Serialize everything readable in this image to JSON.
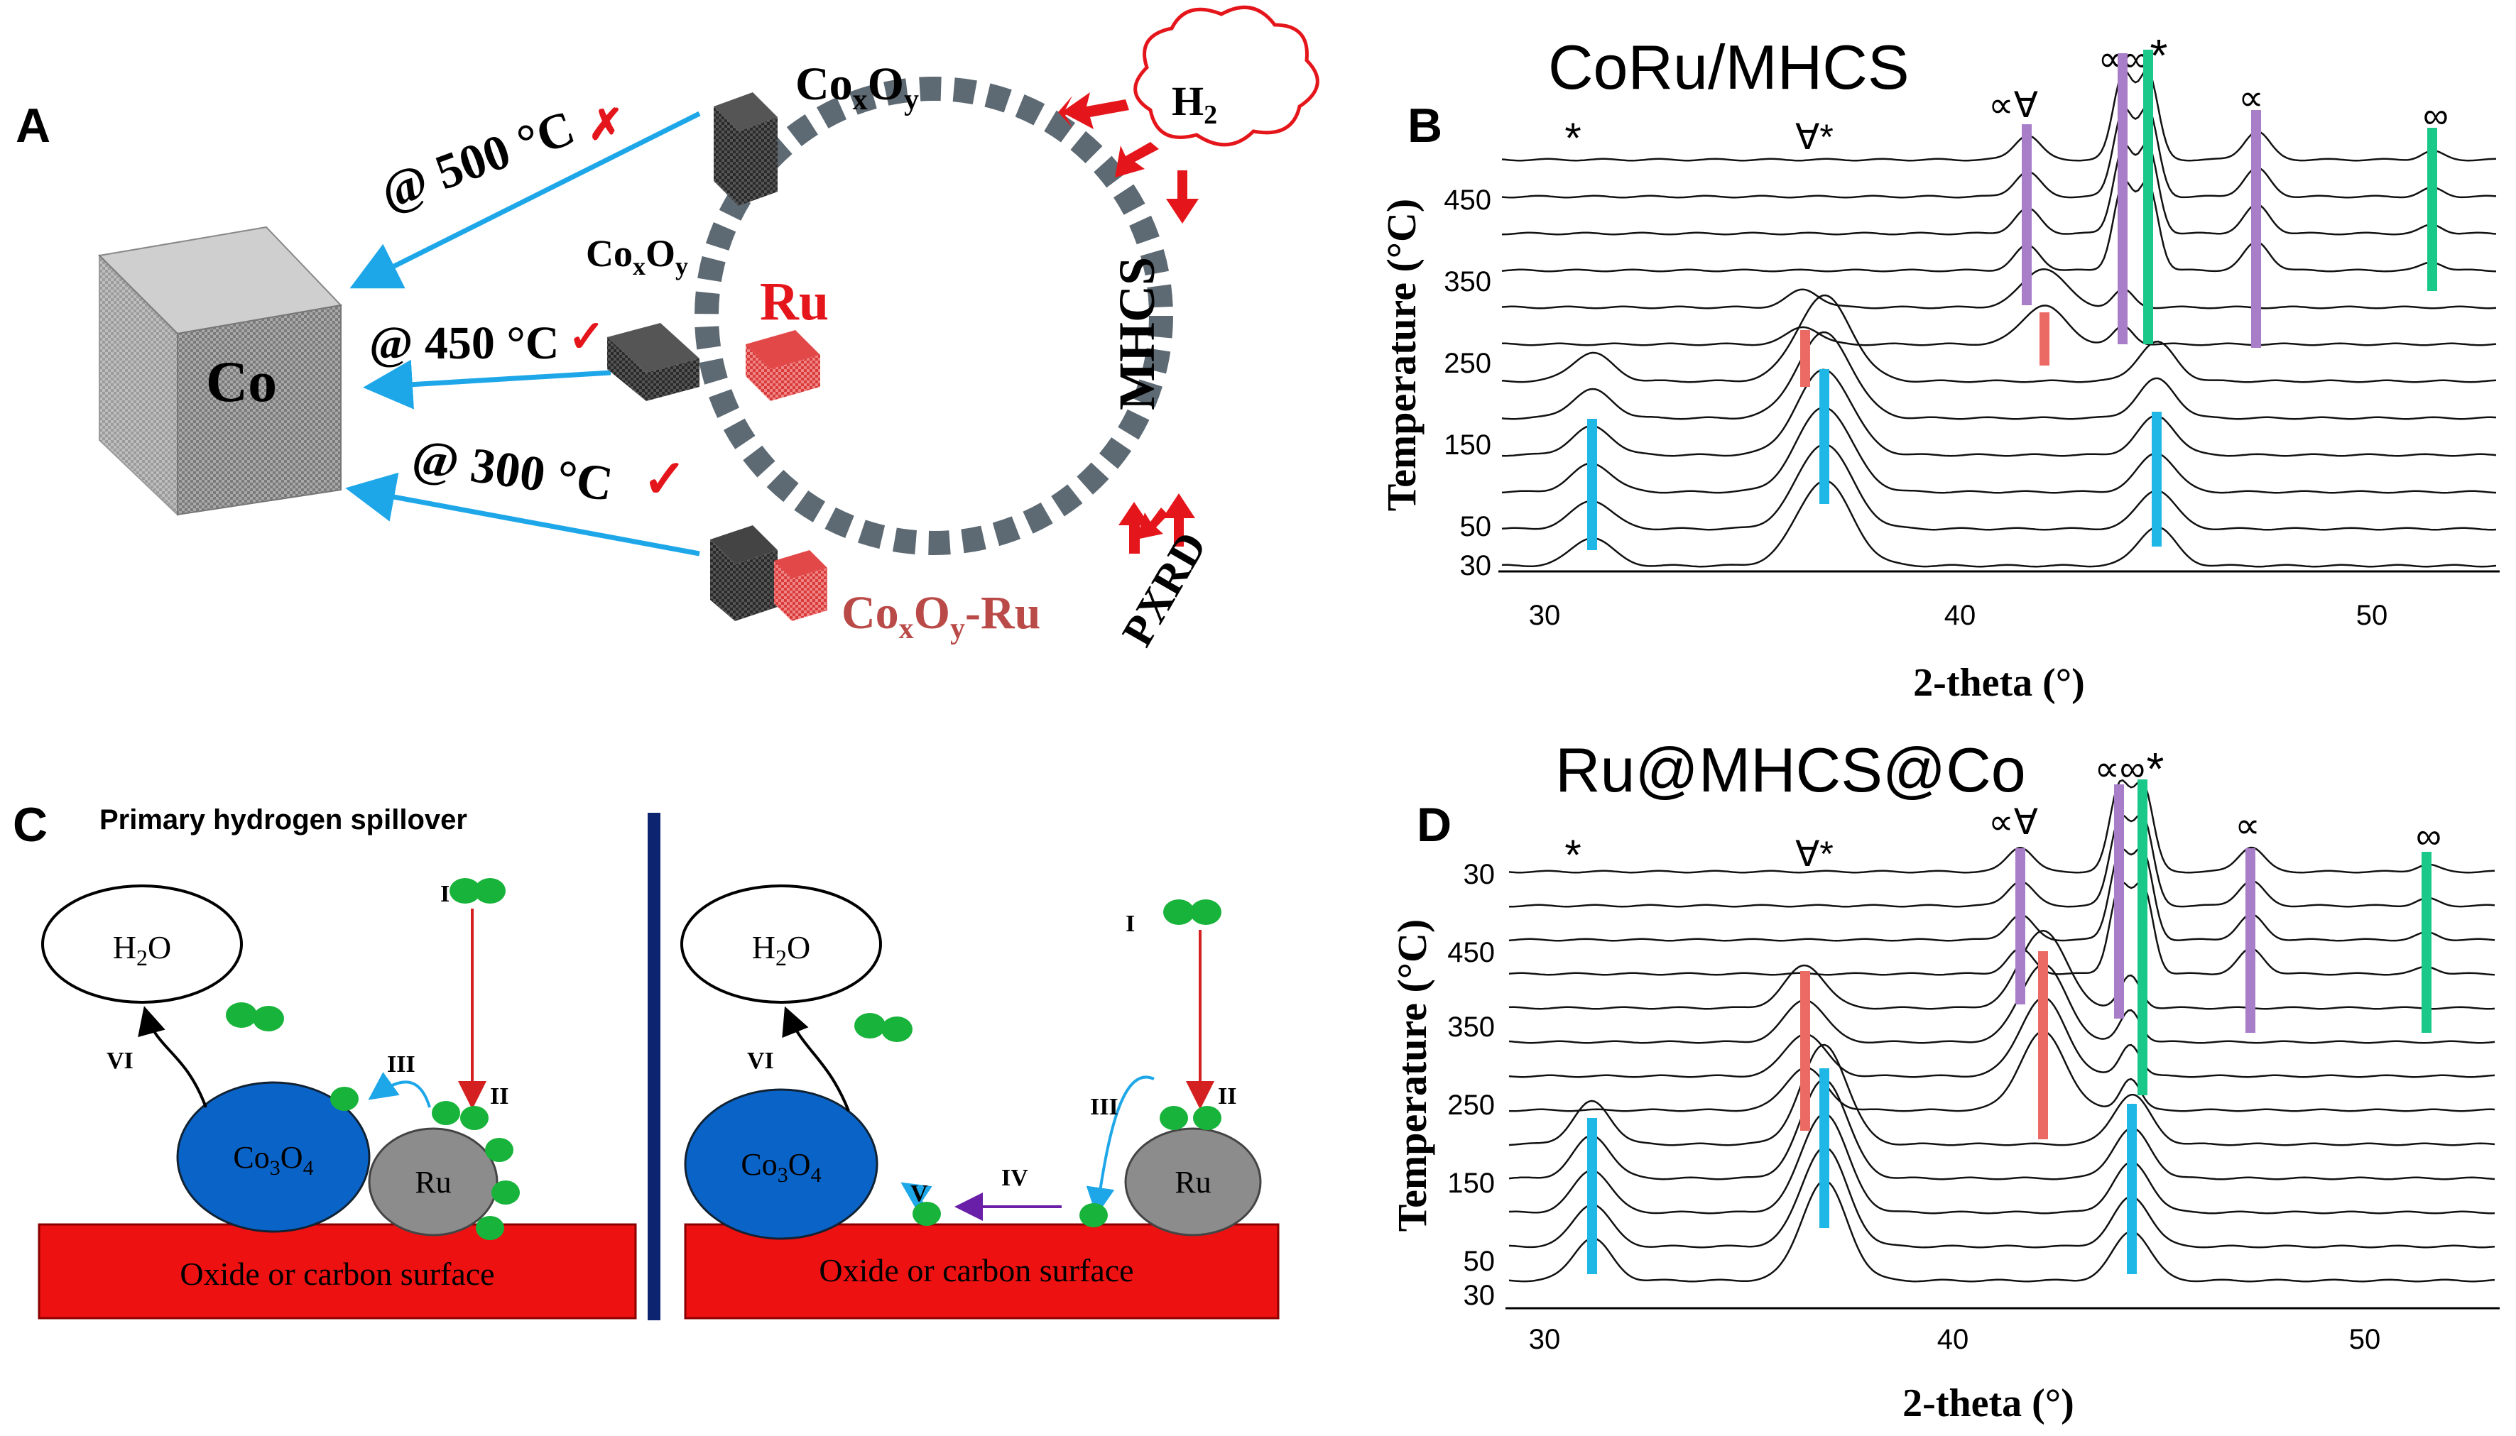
{
  "panel_a": {
    "letter": "A",
    "cube_label": "Co",
    "oxide": {
      "base": "Co",
      "sub1": "x",
      "mid": "O",
      "sub2": "y"
    },
    "oxide_ru_suffix": "-Ru",
    "ru_label": "Ru",
    "support_label": "MHCS",
    "h2": {
      "base": "H",
      "sub": "2"
    },
    "pxrd_label": "PXRD",
    "arrows": [
      {
        "label": "@ 500 °C",
        "mark": "✗"
      },
      {
        "label": "@ 450 °C",
        "mark": "✓"
      },
      {
        "label": "@ 300 °C",
        "mark": "✓"
      }
    ]
  },
  "panel_b": {
    "letter": "B",
    "title": "CoRu/MHCS",
    "ylabel": "Temperature (°C)",
    "xlabel": "2-theta (°)",
    "xticks": [
      "30",
      "40",
      "50"
    ],
    "yticks": [
      "450",
      "350",
      "250",
      "150",
      "50",
      "30"
    ],
    "peak_symbols": [
      "*",
      "∀*",
      "∝∀",
      "∝∞",
      "*",
      "∝",
      "∞"
    ]
  },
  "panel_c": {
    "letter": "C",
    "heading": "Primary hydrogen spillover",
    "water": {
      "base": "H",
      "sub": "2",
      "tail": "O"
    },
    "co3o4": {
      "base": "Co",
      "sub1": "3",
      "mid": "O",
      "sub2": "4"
    },
    "ru_label": "Ru",
    "surface_label": "Oxide or carbon surface",
    "steps": [
      "I",
      "II",
      "III",
      "IV",
      "V",
      "VI"
    ]
  },
  "panel_d": {
    "letter": "D",
    "title": "Ru@MHCS@Co",
    "ylabel": "Temperature (°C)",
    "xlabel": "2-theta (°)",
    "xticks": [
      "30",
      "40",
      "50"
    ],
    "yticks": [
      "30",
      "450",
      "350",
      "250",
      "150",
      "50",
      "30"
    ],
    "peak_symbols": [
      "*",
      "∀*",
      "∝∀",
      "∝∞",
      "*",
      "∝",
      "∞"
    ]
  },
  "colors": {
    "arrow_blue": "#1ea7e8",
    "red": "#e5161b",
    "co3o4_blue": "#0a64c8",
    "ru_gray": "#8c8c8c",
    "h_green": "#17b33a",
    "divider_navy": "#0d2470",
    "marker_purple": "#a87ec8",
    "marker_green": "#1ac98a",
    "marker_cyan": "#1fb8e6",
    "marker_red": "#ec6a64"
  }
}
